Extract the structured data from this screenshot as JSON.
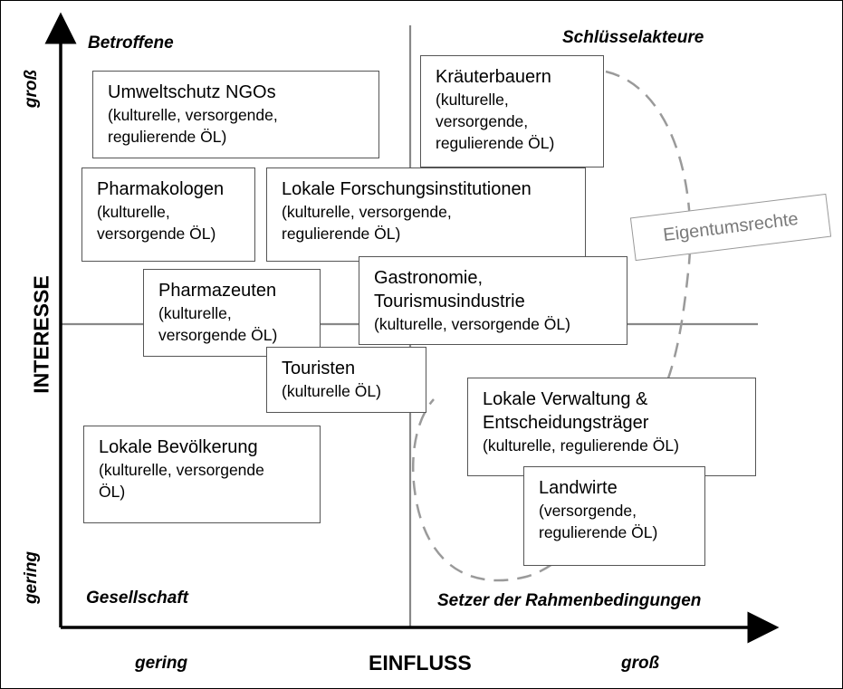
{
  "quadrants": {
    "top_left": "Betroffene",
    "top_right": "Schlüsselakteure",
    "bottom_left": "Gesellschaft",
    "bottom_right": "Setzer der Rahmenbedingungen"
  },
  "y_axis": {
    "title": "INTERESSE",
    "high": "groß",
    "low": "gering"
  },
  "x_axis": {
    "title": "EINFLUSS",
    "low": "gering",
    "high": "groß"
  },
  "ownership_label": "Eigentumsrechte",
  "stakeholders": [
    {
      "name": "Umweltschutz NGOs",
      "detail": [
        "(kulturelle, versorgende,",
        "regulierende ÖL)"
      ]
    },
    {
      "name": "Kräuterbauern",
      "detail": [
        "(kulturelle,",
        "versorgende,",
        "regulierende ÖL)"
      ]
    },
    {
      "name": "Pharmakologen",
      "detail": [
        "(kulturelle,",
        "versorgende ÖL)"
      ]
    },
    {
      "name": "Lokale Forschungsinstitutionen",
      "detail": [
        "(kulturelle, versorgende,",
        "regulierende ÖL)"
      ]
    },
    {
      "name": "Pharmazeuten",
      "detail": [
        "(kulturelle,",
        "versorgende ÖL)"
      ]
    },
    {
      "name": "Gastronomie,",
      "name2": "Tourismusindustrie",
      "detail": [
        "(kulturelle, versorgende ÖL)"
      ]
    },
    {
      "name": "Touristen",
      "detail": [
        "(kulturelle ÖL)"
      ]
    },
    {
      "name": "Lokale Verwaltung &",
      "name2": "Entscheidungsträger",
      "detail": [
        "(kulturelle, regulierende ÖL)"
      ]
    },
    {
      "name": "Lokale Bevölkerung",
      "detail": [
        "(kulturelle, versorgende",
        "ÖL)"
      ]
    },
    {
      "name": "Landwirte",
      "detail": [
        "(versorgende,",
        "regulierende ÖL)"
      ]
    }
  ]
}
